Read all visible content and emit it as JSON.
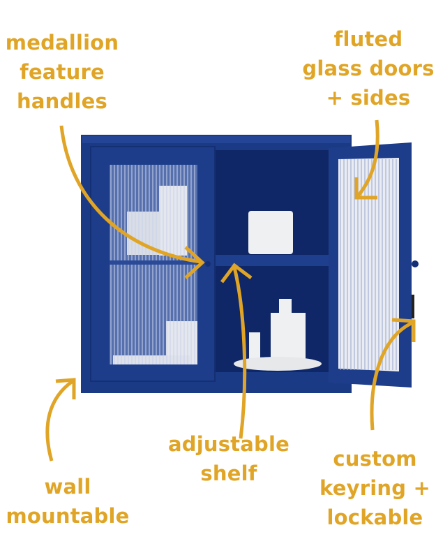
{
  "accent_color": "#e0a526",
  "cabinet_color": "#1b3a86",
  "labels": {
    "handles": [
      "medallion",
      "feature",
      "handles"
    ],
    "glass": [
      "fluted",
      "glass doors",
      "+ sides"
    ],
    "shelf": [
      "adjustable",
      "shelf"
    ],
    "wall": [
      "wall",
      "mountable"
    ],
    "lock": [
      "custom",
      "keyring +",
      "lockable"
    ]
  }
}
